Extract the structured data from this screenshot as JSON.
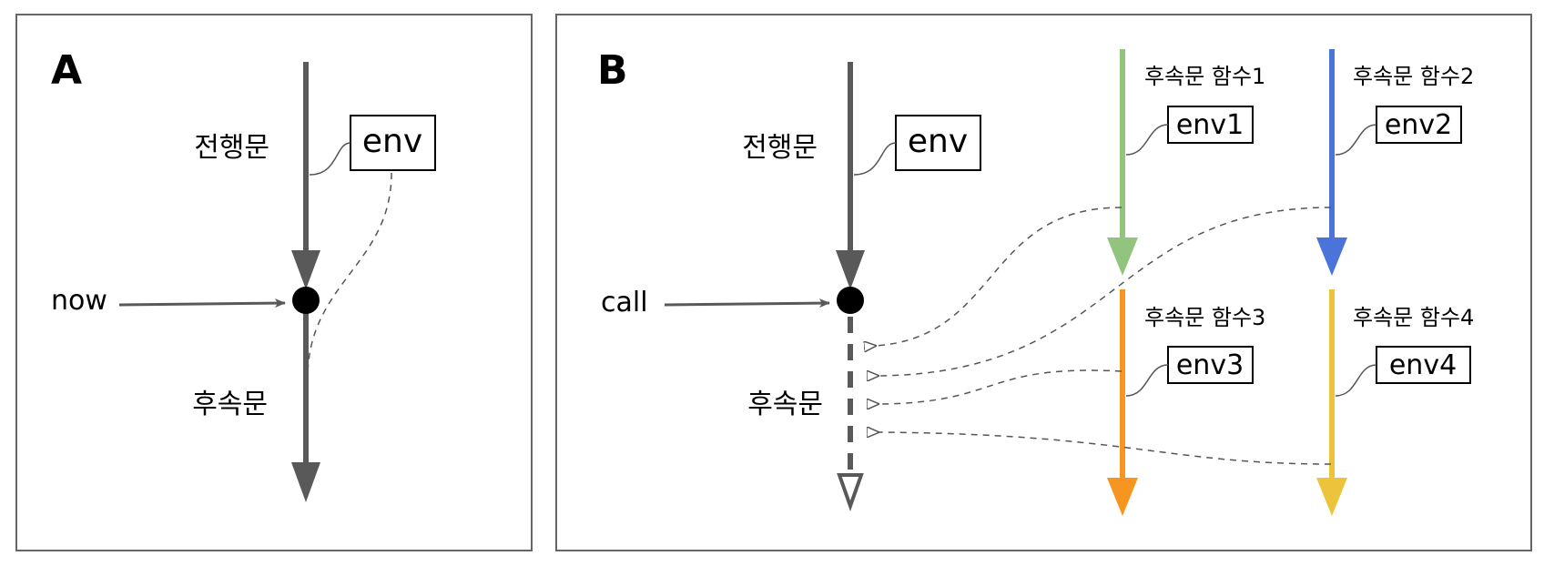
{
  "panel_a": {
    "letter": "A",
    "before_label": "전행문",
    "env_label": "env",
    "event_label": "now",
    "after_label": "후속문"
  },
  "panel_b": {
    "letter": "B",
    "before_label": "전행문",
    "env_label": "env",
    "event_label": "call",
    "after_label": "후속문",
    "functions": [
      {
        "title": "후속문 함수1",
        "env": "env1",
        "color": "#93c47d"
      },
      {
        "title": "후속문 함수2",
        "env": "env2",
        "color": "#4a74d9"
      },
      {
        "title": "후속문 함수3",
        "env": "env3",
        "color": "#f6951f"
      },
      {
        "title": "후속문 함수4",
        "env": "env4",
        "color": "#ecc43c"
      }
    ]
  },
  "colors": {
    "main_line": "#595959",
    "border": "#666666",
    "dashed": "#555555"
  }
}
